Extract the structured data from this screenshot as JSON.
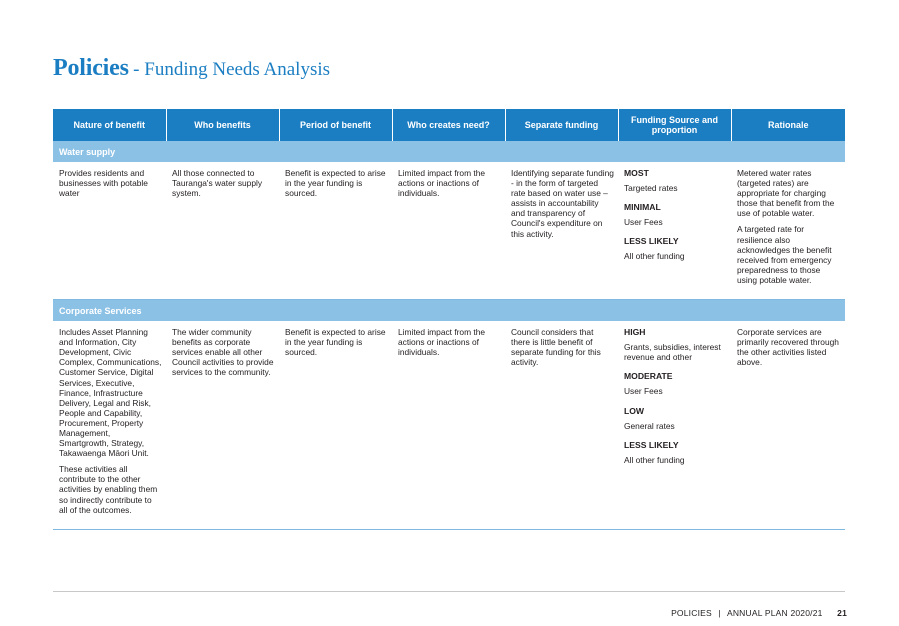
{
  "title": {
    "main": "Policies",
    "sub": "- Funding Needs Analysis"
  },
  "table": {
    "headers": [
      "Nature of benefit",
      "Who benefits",
      "Period of benefit",
      "Who creates need?",
      "Separate funding",
      "Funding Source and proportion",
      "Rationale"
    ],
    "sections": [
      {
        "name": "Water supply",
        "nature": [
          "Provides residents and businesses with potable water"
        ],
        "who_benefits": "All those connected to Tauranga's water supply system.",
        "period": "Benefit is expected to arise in the year funding is sourced.",
        "creates_need": "Limited impact from the actions or inactions of individuals.",
        "separate": "Identifying separate funding - in the form of targeted rate based on water use – assists in accountability and transparency of Council's expenditure on this activity.",
        "funding": [
          {
            "label": "MOST",
            "source": "Targeted rates"
          },
          {
            "label": "MINIMAL",
            "source": "User Fees"
          },
          {
            "label": "LESS LIKELY",
            "source": "All other funding"
          }
        ],
        "rationale": [
          "Metered water rates (targeted rates) are appropriate for charging those that benefit from the use of potable water.",
          "A targeted rate for resilience also acknowledges the benefit received from emergency preparedness to those using potable water."
        ]
      },
      {
        "name": "Corporate Services",
        "nature": [
          "Includes Asset Planning and Information, City Development, Civic Complex, Communications, Customer Service, Digital Services, Executive, Finance, Infrastructure Delivery, Legal and Risk, People and Capability, Procurement, Property Management, Smartgrowth, Strategy, Takawaenga Māori Unit.",
          "These activities all contribute to the other activities by enabling them so indirectly contribute to all of the outcomes."
        ],
        "who_benefits": "The wider community benefits as corporate services enable all other Council activities to provide services to the community.",
        "period": "Benefit is expected to arise in the year funding is sourced.",
        "creates_need": "Limited impact from the actions or inactions of individuals.",
        "separate": "Council considers that there is little benefit of separate funding for this activity.",
        "funding": [
          {
            "label": "HIGH",
            "source": "Grants, subsidies, interest revenue and other"
          },
          {
            "label": "MODERATE",
            "source": "User Fees"
          },
          {
            "label": "LOW",
            "source": "General rates"
          },
          {
            "label": "LESS LIKELY",
            "source": "All other funding"
          }
        ],
        "rationale": [
          "Corporate services are primarily recovered through the other activities listed above."
        ]
      }
    ]
  },
  "footer": {
    "section": "POLICIES",
    "separator": "|",
    "doc": "ANNUAL PLAN 2020/21",
    "page": "21"
  },
  "colors": {
    "accent": "#1b7ec2",
    "section_band": "#8cc1e6",
    "rule": "#7fb8e0"
  }
}
